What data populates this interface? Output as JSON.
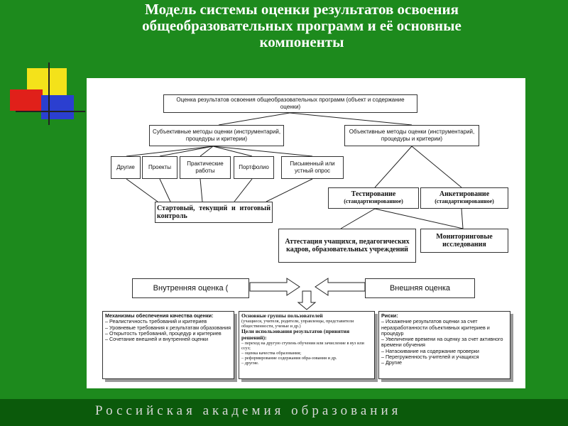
{
  "slide": {
    "title_line1": "Модель системы оценки результатов освоения",
    "title_line2": "общеобразовательных программ и её основные",
    "title_line3": "компоненты",
    "footer": "Российская академия образования"
  },
  "diagram": {
    "top": "Оценка результатов освоения общеобразовательных программ (объект и содержание оценки)",
    "subjective": "Субъективные методы оценки (инструментарий, процедуры и критерии)",
    "objective": "Объективные методы оценки (инструментарий, процедуры и критерии)",
    "methods": [
      "Другие",
      "Проекты",
      "Практические работы",
      "Портфолио",
      "Письменный или устный опрос"
    ],
    "control": "Стартовый, текущий и итоговый контроль",
    "testing_title": "Тестирование",
    "testing_sub": "(стандартизированное)",
    "survey_title": "Анкетирование",
    "survey_sub": "(стандартизированное)",
    "attestation": "Аттестация учащихся, педагогических кадров, образовательных учреждений",
    "monitoring": "Мониторинговые исследования",
    "internal": "Внутренняя оценка (",
    "external": "Внешняя оценка",
    "mechanisms": {
      "heading": "Механизмы обеспечения качества оценки:",
      "items": [
        "– Реалистичность требований и критериев",
        "– Уровневые требования к результатам образования",
        "– Открытость требований, процедур и критериев",
        "– Сочетание внешней и внутренней оценки"
      ]
    },
    "groups": {
      "heading": "Основные группы пользователей",
      "sub": "(учащиеся, учителя, родители, управленцы, представители общественности, ученые и др.)",
      "goals": "Цели использования результатов (принятия решений):",
      "items": [
        "– переход на другую ступень обучения или зачисление в вуз или ссуз;",
        "– оценка качества образования;",
        "– реформирование содержания обра-зования и др.",
        "– другие."
      ]
    },
    "risks": {
      "heading": "Риски:",
      "items": [
        "– Искажение результатов оценки за счет неразработанности объективных критериев и процедур",
        "– Увеличение времени на оценку за счет активного времени обучения",
        "– Натаскивание на содержание проверки",
        "– Перегруженность учителей и учащихся",
        "– Другие"
      ]
    }
  },
  "colors": {
    "background": "#1d8a1d",
    "footer": "#0b5a0b",
    "panel": "#ffffff",
    "deco_yellow": "#f4e21a",
    "deco_red": "#e0201a",
    "deco_blue": "#2b3fd0"
  }
}
